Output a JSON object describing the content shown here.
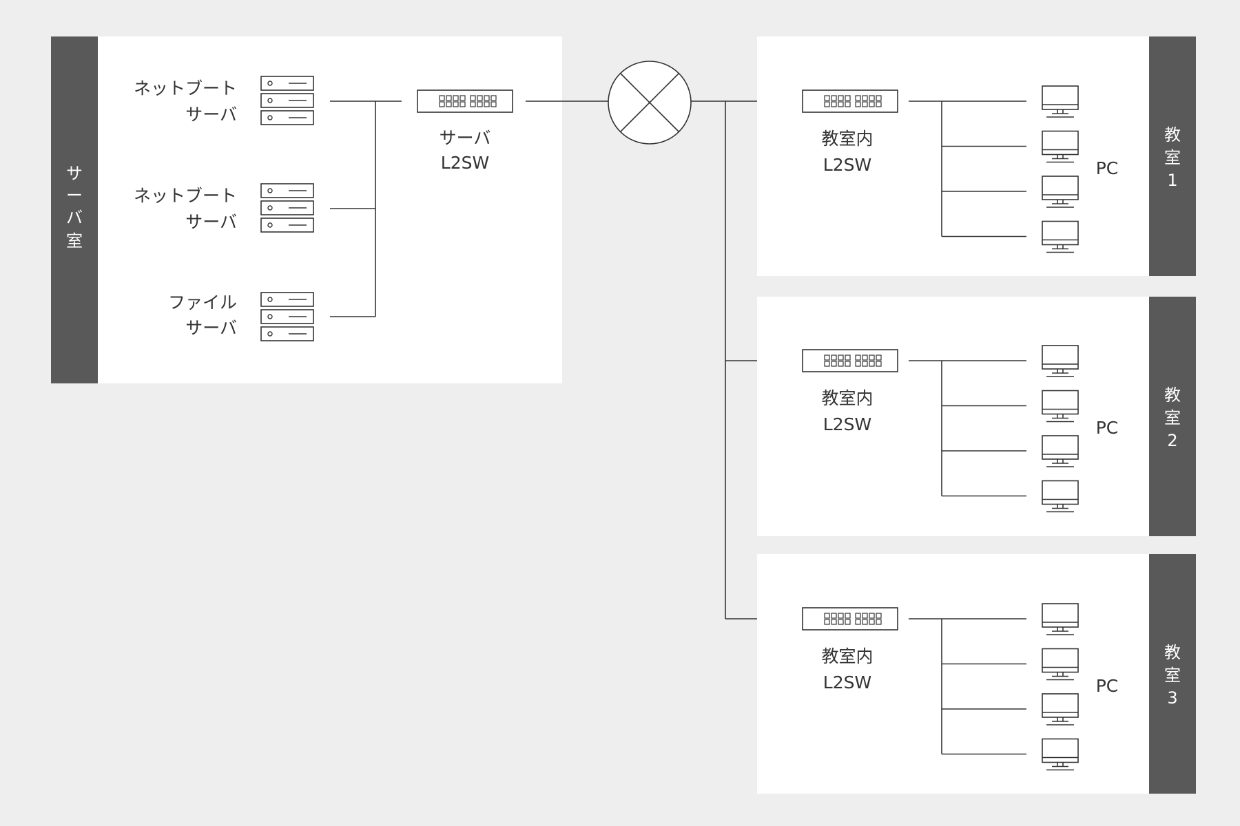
{
  "colors": {
    "background": "#eeeeee",
    "panel": "#ffffff",
    "side_band": "#595959",
    "side_band_text": "#ffffff",
    "line": "#333333",
    "text": "#333333"
  },
  "server_room": {
    "label": [
      "サ",
      "ー",
      "バ",
      "室"
    ],
    "servers": [
      {
        "label": [
          "ネットブート",
          "サーバ"
        ],
        "icon": "rack-server-icon"
      },
      {
        "label": [
          "ネットブート",
          "サーバ"
        ],
        "icon": "rack-server-icon"
      },
      {
        "label": [
          "ファイル",
          "サーバ"
        ],
        "icon": "rack-server-icon"
      }
    ],
    "switch": {
      "label": [
        "サーバ",
        "L2SW"
      ],
      "icon": "network-switch-icon"
    }
  },
  "router": {
    "icon": "router-icon"
  },
  "classrooms": [
    {
      "label": [
        "教",
        "室",
        "1"
      ],
      "switch_label": [
        "教室内",
        "L2SW"
      ],
      "pc_label": "PC",
      "pc_count": 4
    },
    {
      "label": [
        "教",
        "室",
        "2"
      ],
      "switch_label": [
        "教室内",
        "L2SW"
      ],
      "pc_label": "PC",
      "pc_count": 4
    },
    {
      "label": [
        "教",
        "室",
        "3"
      ],
      "switch_label": [
        "教室内",
        "L2SW"
      ],
      "pc_label": "PC",
      "pc_count": 4
    }
  ]
}
